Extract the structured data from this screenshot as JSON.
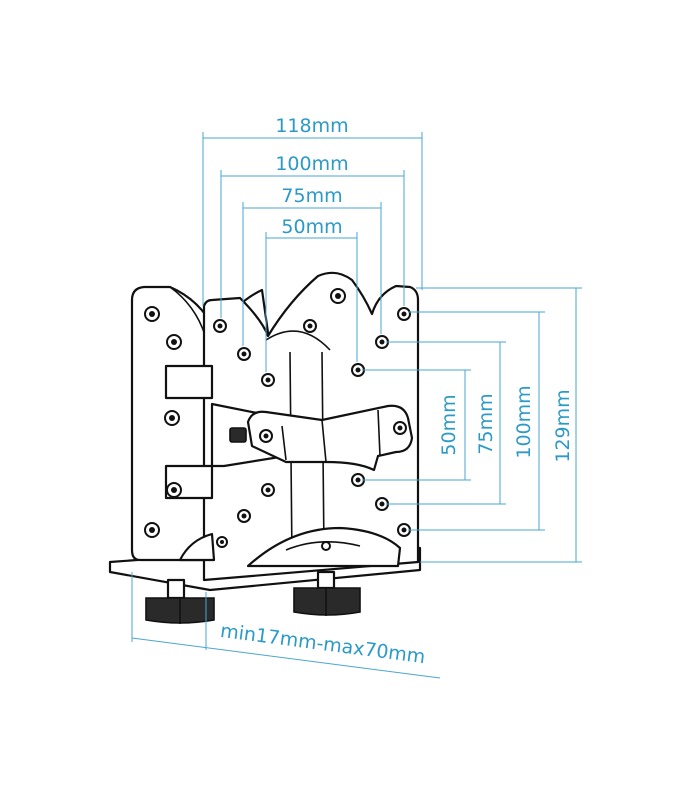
{
  "diagram": {
    "horizontal_dimensions": [
      {
        "id": "h118",
        "label": "118mm"
      },
      {
        "id": "h100",
        "label": "100mm"
      },
      {
        "id": "h75",
        "label": "75mm"
      },
      {
        "id": "h50",
        "label": "50mm"
      }
    ],
    "vertical_dimensions": [
      {
        "id": "v50",
        "label": "50mm"
      },
      {
        "id": "v75",
        "label": "75mm"
      },
      {
        "id": "v100",
        "label": "100mm"
      },
      {
        "id": "v129",
        "label": "129mm"
      }
    ],
    "clamp_range_label": "min17mm-max70mm",
    "colors": {
      "dimension": "#2b9ac8",
      "outline": "#111111"
    }
  }
}
